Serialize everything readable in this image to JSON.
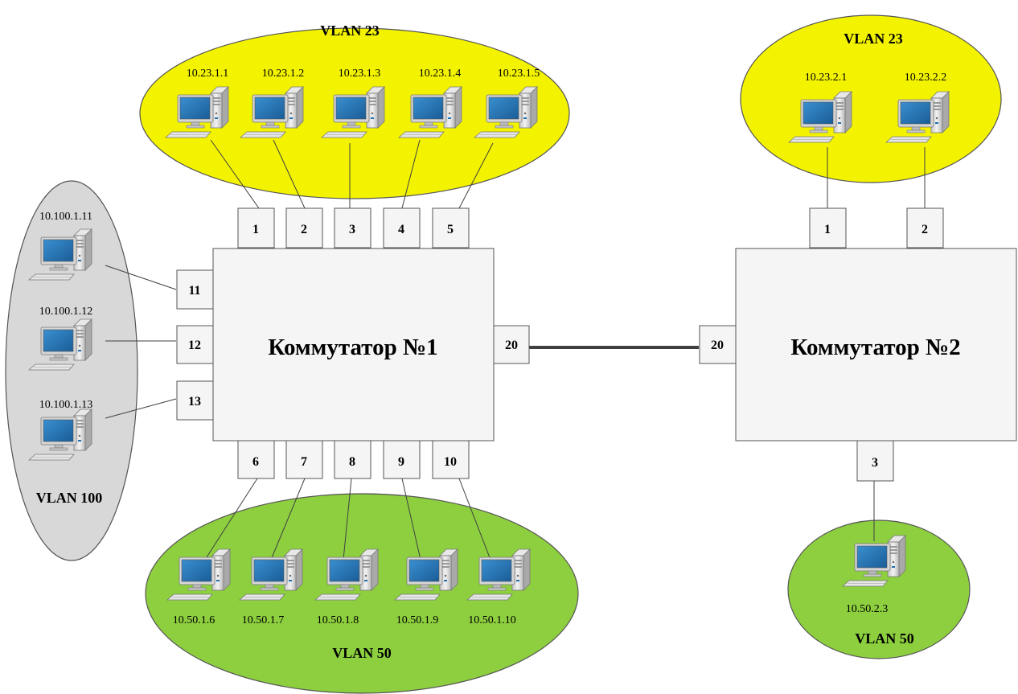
{
  "colors": {
    "vlan23": "#f3f300",
    "vlan50": "#8dcf3f",
    "vlan100": "#d8d8d8",
    "switch_fill": "#f5f5f5",
    "screen": "#1f6fb0",
    "trunk": "#404040"
  },
  "icons": {
    "computer": "desktop-computer-icon"
  },
  "switches": [
    {
      "id": "sw1",
      "label": "Коммутатор №1"
    },
    {
      "id": "sw2",
      "label": "Коммутатор №2"
    }
  ],
  "ports": {
    "sw1_top": [
      "1",
      "2",
      "3",
      "4",
      "5"
    ],
    "sw1_bottom": [
      "6",
      "7",
      "8",
      "9",
      "10"
    ],
    "sw1_left": [
      "11",
      "12",
      "13"
    ],
    "sw1_right": "20",
    "sw2_left": "20",
    "sw2_top": [
      "1",
      "2"
    ],
    "sw2_bottom": "3"
  },
  "groups": {
    "g23a": {
      "label": "VLAN 23",
      "hosts": [
        "10.23.1.1",
        "10.23.1.2",
        "10.23.1.3",
        "10.23.1.4",
        "10.23.1.5"
      ]
    },
    "g50a": {
      "label": "VLAN 50",
      "hosts": [
        "10.50.1.6",
        "10.50.1.7",
        "10.50.1.8",
        "10.50.1.9",
        "10.50.1.10"
      ]
    },
    "g100": {
      "label": "VLAN 100",
      "hosts": [
        "10.100.1.11",
        "10.100.1.12",
        "10.100.1.13"
      ]
    },
    "g23b": {
      "label": "VLAN 23",
      "hosts": [
        "10.23.2.1",
        "10.23.2.2"
      ]
    },
    "g50b": {
      "label": "VLAN 50",
      "hosts": [
        "10.50.2.3"
      ]
    }
  }
}
